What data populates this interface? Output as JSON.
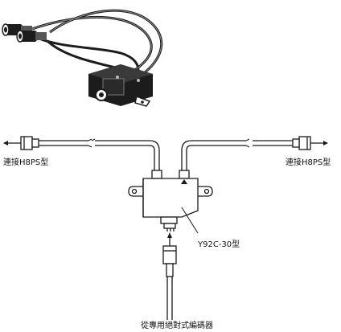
{
  "labels": {
    "left_connection": "連接H8PS型",
    "right_connection": "連接H8PS型",
    "adapter_model": "Y92C-30型",
    "encoder_source": "從專用絕對式編碼器"
  },
  "colors": {
    "line": "#1a1a1a",
    "fill": "#ffffff",
    "photo_dark": "#1c1c1c",
    "photo_light": "#8a8a8a"
  },
  "icons": {
    "adapter_photo": "cable-adapter-photo-icon",
    "arrow_out_left": "arrow-left-icon",
    "arrow_out_right": "arrow-right-icon",
    "arrow_in_up": "arrow-up-icon",
    "mark_triangle": "triangle-marker-icon"
  }
}
